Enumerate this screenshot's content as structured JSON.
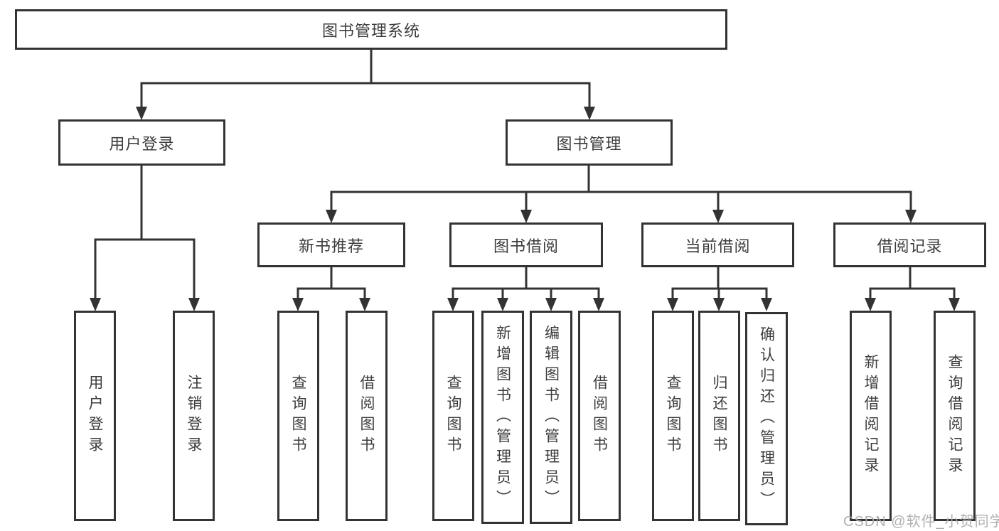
{
  "root_label": "图书管理系统",
  "branches": [
    {
      "label": "用户登录",
      "children": [
        {
          "label": "用户登录"
        },
        {
          "label": "注销登录"
        }
      ]
    },
    {
      "label": "图书管理",
      "groups": [
        {
          "label": "新书推荐",
          "children": [
            {
              "label": "查询图书"
            },
            {
              "label": "借阅图书"
            }
          ]
        },
        {
          "label": "图书借阅",
          "children": [
            {
              "label": "查询图书"
            },
            {
              "label": "新增图书（管理员）"
            },
            {
              "label": "编辑图书（管理员）"
            },
            {
              "label": "借阅图书"
            }
          ]
        },
        {
          "label": "当前借阅",
          "children": [
            {
              "label": "查询图书"
            },
            {
              "label": "归还图书"
            },
            {
              "label": "确认归还（管理员）"
            }
          ]
        },
        {
          "label": "借阅记录",
          "children": [
            {
              "label": "新增借阅记录"
            },
            {
              "label": "查询借阅记录"
            }
          ]
        }
      ]
    }
  ],
  "watermark": "CSDN @软件_小贺同学",
  "colors": {
    "line": "#333333",
    "border": "#333333",
    "text": "#3c3c3c",
    "watermark": "#acacac",
    "background": "#ffffff"
  }
}
